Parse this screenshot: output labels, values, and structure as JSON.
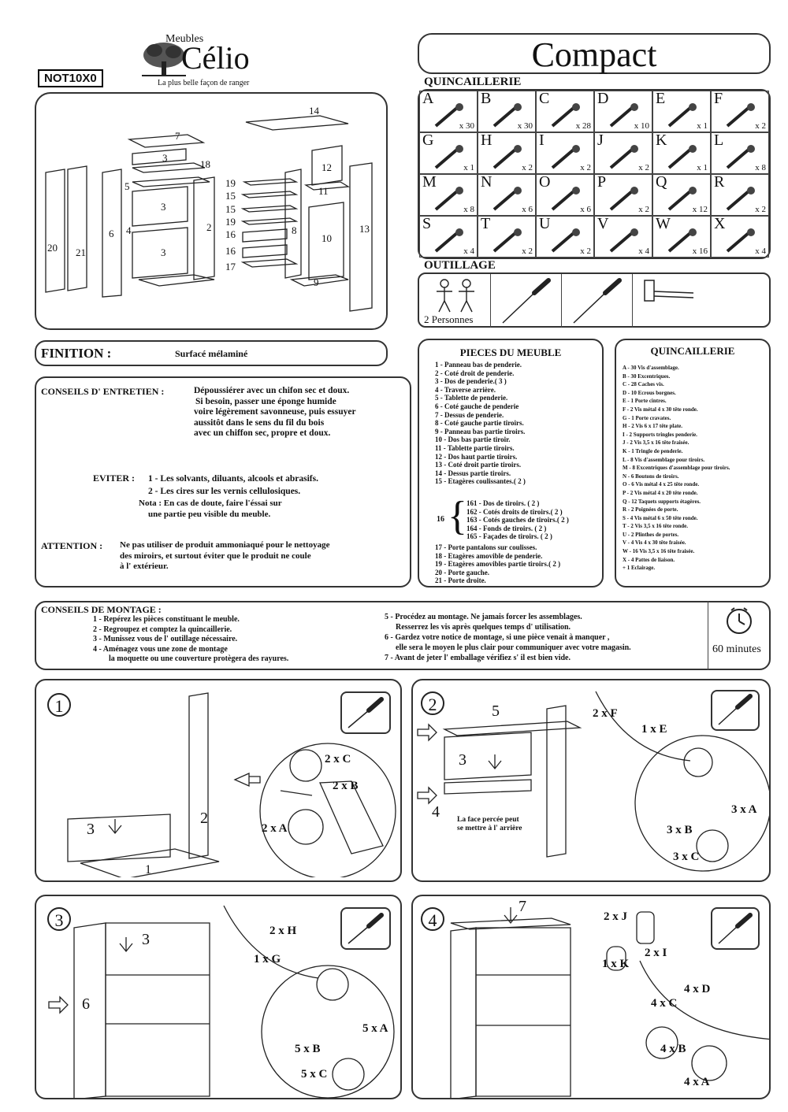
{
  "header": {
    "code": "NOT10X0",
    "brand_small": "Meubles",
    "brand": "Célio",
    "slogan": "La plus belle façon de ranger",
    "product": "Compact"
  },
  "overview_labels": [
    "14",
    "7",
    "3",
    "18",
    "5",
    "3",
    "3",
    "6",
    "2",
    "4",
    "20",
    "21",
    "19",
    "15",
    "15",
    "19",
    "16",
    "16",
    "17",
    "12",
    "11",
    "8",
    "10",
    "13",
    "9"
  ],
  "quincaillerie": {
    "title": "QUINCAILLERIE",
    "items": [
      {
        "letter": "A",
        "qty": "x 30",
        "icon": "long-screw-icon"
      },
      {
        "letter": "B",
        "qty": "x 30",
        "icon": "cam-bolt-icon"
      },
      {
        "letter": "C",
        "qty": "x 28",
        "icon": "cap-icon"
      },
      {
        "letter": "D",
        "qty": "x 10",
        "icon": "nut-icon"
      },
      {
        "letter": "E",
        "qty": "x 1",
        "icon": "hanger-icon"
      },
      {
        "letter": "F",
        "qty": "x 2",
        "icon": "screw-icon"
      },
      {
        "letter": "G",
        "qty": "x 1",
        "icon": "tie-rack-icon"
      },
      {
        "letter": "H",
        "qty": "x 2",
        "icon": "short-screw-icon"
      },
      {
        "letter": "I",
        "qty": "x 2",
        "icon": "rod-support-icon"
      },
      {
        "letter": "J",
        "qty": "x 2",
        "icon": "small-screw-icon"
      },
      {
        "letter": "K",
        "qty": "x 1",
        "icon": "rod-icon"
      },
      {
        "letter": "L",
        "qty": "x 8",
        "icon": "dowel-screw-icon"
      },
      {
        "letter": "M",
        "qty": "x 8",
        "icon": "cam-lock-icon"
      },
      {
        "letter": "N",
        "qty": "x 6",
        "icon": "knob-icon"
      },
      {
        "letter": "O",
        "qty": "x 6",
        "icon": "screw-icon"
      },
      {
        "letter": "P",
        "qty": "x 2",
        "icon": "screw-icon"
      },
      {
        "letter": "Q",
        "qty": "x 12",
        "icon": "shelf-pin-icon"
      },
      {
        "letter": "R",
        "qty": "x 2",
        "icon": "handle-icon"
      },
      {
        "letter": "S",
        "qty": "x 4",
        "icon": "long-screw-icon"
      },
      {
        "letter": "T",
        "qty": "x 2",
        "icon": "short-screw-icon"
      },
      {
        "letter": "U",
        "qty": "x 2",
        "icon": "plinth-icon"
      },
      {
        "letter": "V",
        "qty": "x 4",
        "icon": "wood-screw-icon"
      },
      {
        "letter": "W",
        "qty": "x 16",
        "icon": "small-screw-icon"
      },
      {
        "letter": "X",
        "qty": "x 4",
        "icon": "plate-icon"
      }
    ]
  },
  "outillage": {
    "title": "OUTILLAGE",
    "persons": "2 Personnes"
  },
  "finition": {
    "label": "FINITION :",
    "value": "Surfacé mélaminé"
  },
  "entretien": {
    "label": "CONSEILS D' ENTRETIEN :",
    "lines": [
      "Dépoussiérer avec un chifon sec et doux.",
      "Si besoin, passer une éponge humide",
      "voire légèrement savonneuse, puis essuyer",
      "aussitôt dans le sens du fil du bois",
      "avec un chiffon sec, propre et doux."
    ],
    "eviter_label": "EVITER :",
    "eviter": [
      "1 - Les solvants, diluants, alcools et abrasifs.",
      "2 - Les cires sur les vernis cellulosiques."
    ],
    "nota": [
      "Nota : En cas de doute, faire l'éssai sur",
      "une partie peu visible du meuble."
    ],
    "attention_label": "ATTENTION :",
    "attention": [
      "Ne pas utiliser de produit ammoniaqué pour le nettoyage",
      "des miroirs, et surtout éviter que le produit ne coule",
      "à l' extérieur."
    ]
  },
  "pieces": {
    "title": "PIECES DU MEUBLE",
    "items": [
      "1 - Panneau bas de penderie.",
      "2 - Coté droit de penderie.",
      "3 - Dos de penderie.( 3 )",
      "4 - Traverse arrière.",
      "5 - Tablette de penderie.",
      "6 - Coté gauche de penderie",
      "7 - Dessus de penderie.",
      "8 - Coté gauche partie tiroirs.",
      "9 - Panneau bas partie tiroirs.",
      "10 - Dos bas partie tiroir.",
      "11 - Tablette partie tiroirs.",
      "12 - Dos haut partie tiroirs.",
      "13 - Coté droit partie tiroirs.",
      "14 - Dessus partie tiroirs.",
      "15 - Etagères coulissantes.( 2 )"
    ],
    "sub": [
      "161 - Dos de tiroirs. ( 2 )",
      "162 - Cotés droits de tiroirs.( 2 )",
      "163 - Cotés gauches de tiroirs.( 2 )",
      "164 - Fonds de tiroirs. ( 2 )",
      "165 - Façades de tiroirs. ( 2 )"
    ],
    "sub_label": "16",
    "items2": [
      "17 - Porte pantalons sur coulisses.",
      "18 - Etagères amovible de penderie.",
      "19 - Etagères amovibles partie tiroirs.( 2 )",
      "20 - Porte gauche.",
      "21 - Porte droite."
    ]
  },
  "quinc_list": {
    "title": "QUINCAILLERIE",
    "items": [
      "A - 30 Vis d'assemblage.",
      "B - 30 Excentriques.",
      "C - 28 Caches vis.",
      "D - 10 Ecrous borgnes.",
      "E - 1 Porte cintres.",
      "F - 2 Vis métal 4 x 30 tête ronde.",
      "G - 1 Porte cravates.",
      "H - 2 Vis 6 x 17 tête plate.",
      "I - 2 Supports tringles penderie.",
      "J - 2 Vis 3,5 x 16 tête fraisée.",
      "K - 1 Tringle de penderie.",
      "L - 8 Vis d'assemblage pour tiroirs.",
      "M - 8 Excentriques d'assemblage pour tiroirs.",
      "N - 6 Boutons de tiroirs.",
      "O - 6 Vis métal 4 x 25 tête ronde.",
      "P - 2 Vis métal 4 x 20 tête ronde.",
      "Q - 12 Taquets supports étagères.",
      "R - 2 Poignées de porte.",
      "S - 4 Vis métal 6 x 50 tête ronde.",
      "T - 2 Vis 3,5 x 16 tête ronde.",
      "U - 2 Plinthes de portes.",
      "V - 4 Vis 4 x 30 tête fraisée.",
      "W - 16 Vis 3,5 x 16 tête fraisée.",
      "X - 4 Pattes de liaison.",
      "+ 1 Eclairage."
    ]
  },
  "montage": {
    "label": "CONSEILS DE MONTAGE :",
    "left": [
      "1 - Repérez les pièces constituant le meuble.",
      "2 - Regroupez et comptez la quincaillerie.",
      "3 - Munissez vous de l' outillage nécessaire.",
      "4 - Aménagez vous une zone de montage",
      "la moquette ou une couverture protègera des rayures."
    ],
    "right": [
      "5 - Procédez au montage. Ne jamais forcer les assemblages.",
      "Resserrez les vis après quelques temps d' utilisation.",
      "6 - Gardez votre notice de montage, si une pièce venait à manquer ,",
      "elle sera le moyen le plus clair pour communiquer avec votre magasin.",
      "7 - Avant de jeter l' emballage vérifiez s' il est bien vide."
    ],
    "time": "60 minutes"
  },
  "steps": [
    {
      "num": "1",
      "labels": {
        "a": "3",
        "b": "2",
        "c": "1",
        "d": "2 x C",
        "e": "2 x B",
        "f": "2 x A"
      }
    },
    {
      "num": "2",
      "labels": {
        "a": "5",
        "b": "3",
        "c": "4",
        "d": "2 x F",
        "e": "1 x E",
        "f": "3 x A",
        "g": "3 x B",
        "h": "3 x C"
      },
      "note": [
        "La face percée peut",
        "se mettre à l' arrière"
      ]
    },
    {
      "num": "3",
      "labels": {
        "a": "3",
        "b": "6",
        "c": "2 x H",
        "d": "1 x G",
        "e": "5 x A",
        "f": "5 x B",
        "g": "5 x C"
      }
    },
    {
      "num": "4",
      "labels": {
        "a": "7",
        "b": "2 x J",
        "c": "2 x I",
        "d": "1 x K",
        "e": "4 x D",
        "f": "4 x C",
        "g": "4 x B",
        "h": "4 x A"
      }
    }
  ]
}
